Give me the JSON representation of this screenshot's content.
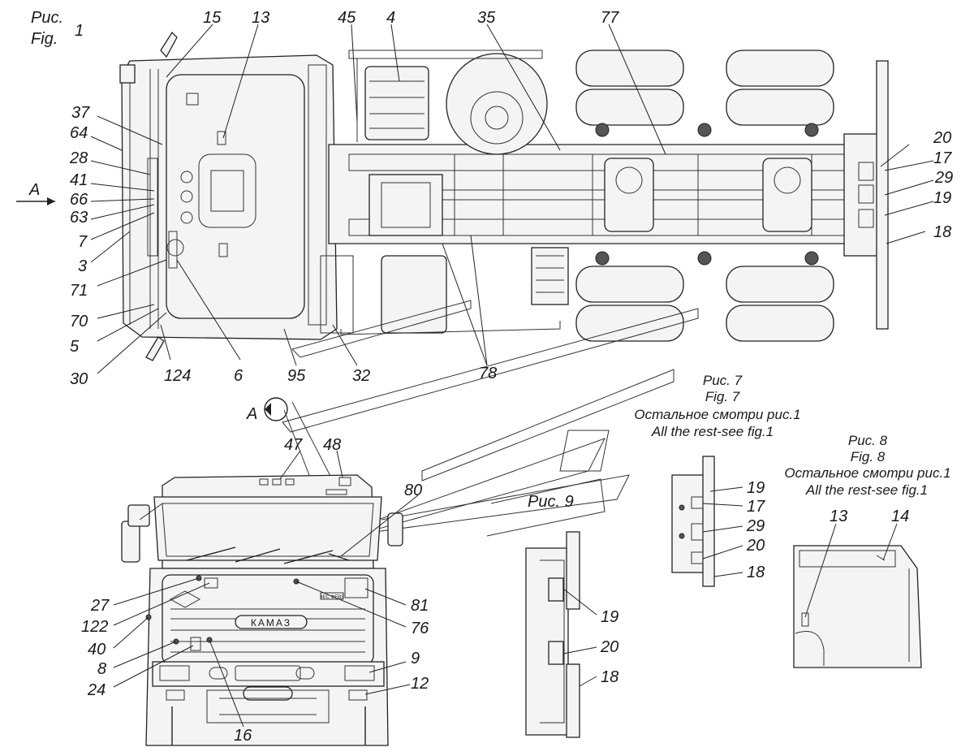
{
  "fig1": {
    "title_ru": "Рис.",
    "title_en": "Fig.",
    "num": "1"
  },
  "view_a": {
    "arrow_label": "А",
    "marker_label": "А"
  },
  "fig7": {
    "title_ru": "Рис. 7",
    "title_en": "Fig. 7",
    "note_ru": "Остальное смотри рис.1",
    "note_en": "All the rest-see fig.1"
  },
  "fig8": {
    "title_ru": "Рис. 8",
    "title_en": "Fig. 8",
    "note_ru": "Остальное смотри рис.1",
    "note_en": "All the rest-see fig.1"
  },
  "fig9": {
    "title_ru": "Рис. 9"
  },
  "brand": {
    "grille_logo": "КАМАЗ",
    "badge": "4ЕС ФЕВЗ"
  },
  "callouts": {
    "c15": "15",
    "c13": "13",
    "c45": "45",
    "c4": "4",
    "c35": "35",
    "c77": "77",
    "c37": "37",
    "c64": "64",
    "c28": "28",
    "c41": "41",
    "c66": "66",
    "c63": "63",
    "c7": "7",
    "c3": "3",
    "c71": "71",
    "c70": "70",
    "c5": "5",
    "c30": "30",
    "c124": "124",
    "c6": "6",
    "c95": "95",
    "c32": "32",
    "c78": "78",
    "c20": "20",
    "c17": "17",
    "c29": "29",
    "c19": "19",
    "c18": "18",
    "c47": "47",
    "c48": "48",
    "c80": "80",
    "c27": "27",
    "c122": "122",
    "c40": "40",
    "c8": "8",
    "c24": "24",
    "c16": "16",
    "c81": "81",
    "c76": "76",
    "c9": "9",
    "c12": "12",
    "f7_19": "19",
    "f7_17": "17",
    "f7_29": "29",
    "f7_20": "20",
    "f7_18": "18",
    "f8_13": "13",
    "f8_14": "14",
    "f9_19": "19",
    "f9_20": "20",
    "f9_18": "18"
  }
}
